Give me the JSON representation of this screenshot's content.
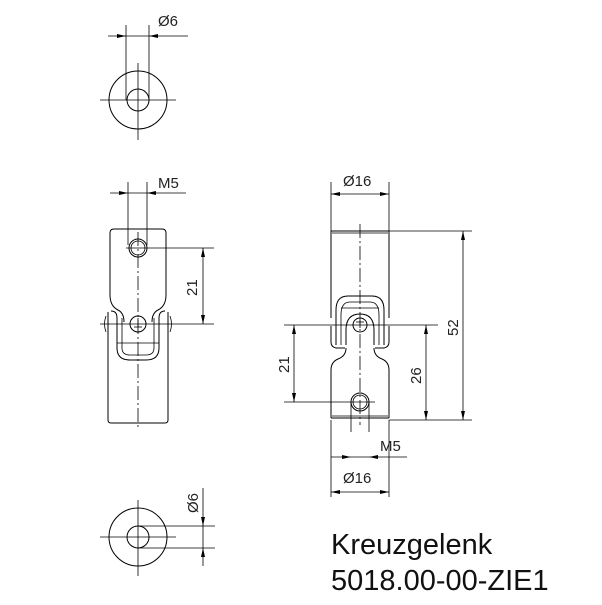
{
  "drawing": {
    "title": "Kreuzgelenk",
    "part_number": "5018.00-00-ZIE1",
    "line_color": "#000000",
    "background": "#ffffff"
  },
  "views": {
    "top_end_view": {
      "dimension": "Ø6"
    },
    "side_view_left": {
      "thread_label": "M5",
      "length_dim": "21"
    },
    "side_view_right": {
      "top_diameter": "Ø16",
      "overall_length": "52",
      "half_length": "26",
      "pivot_distance": "21",
      "thread_label": "M5",
      "bottom_diameter": "Ø16"
    },
    "bottom_end_view": {
      "dimension": "Ø6"
    }
  }
}
